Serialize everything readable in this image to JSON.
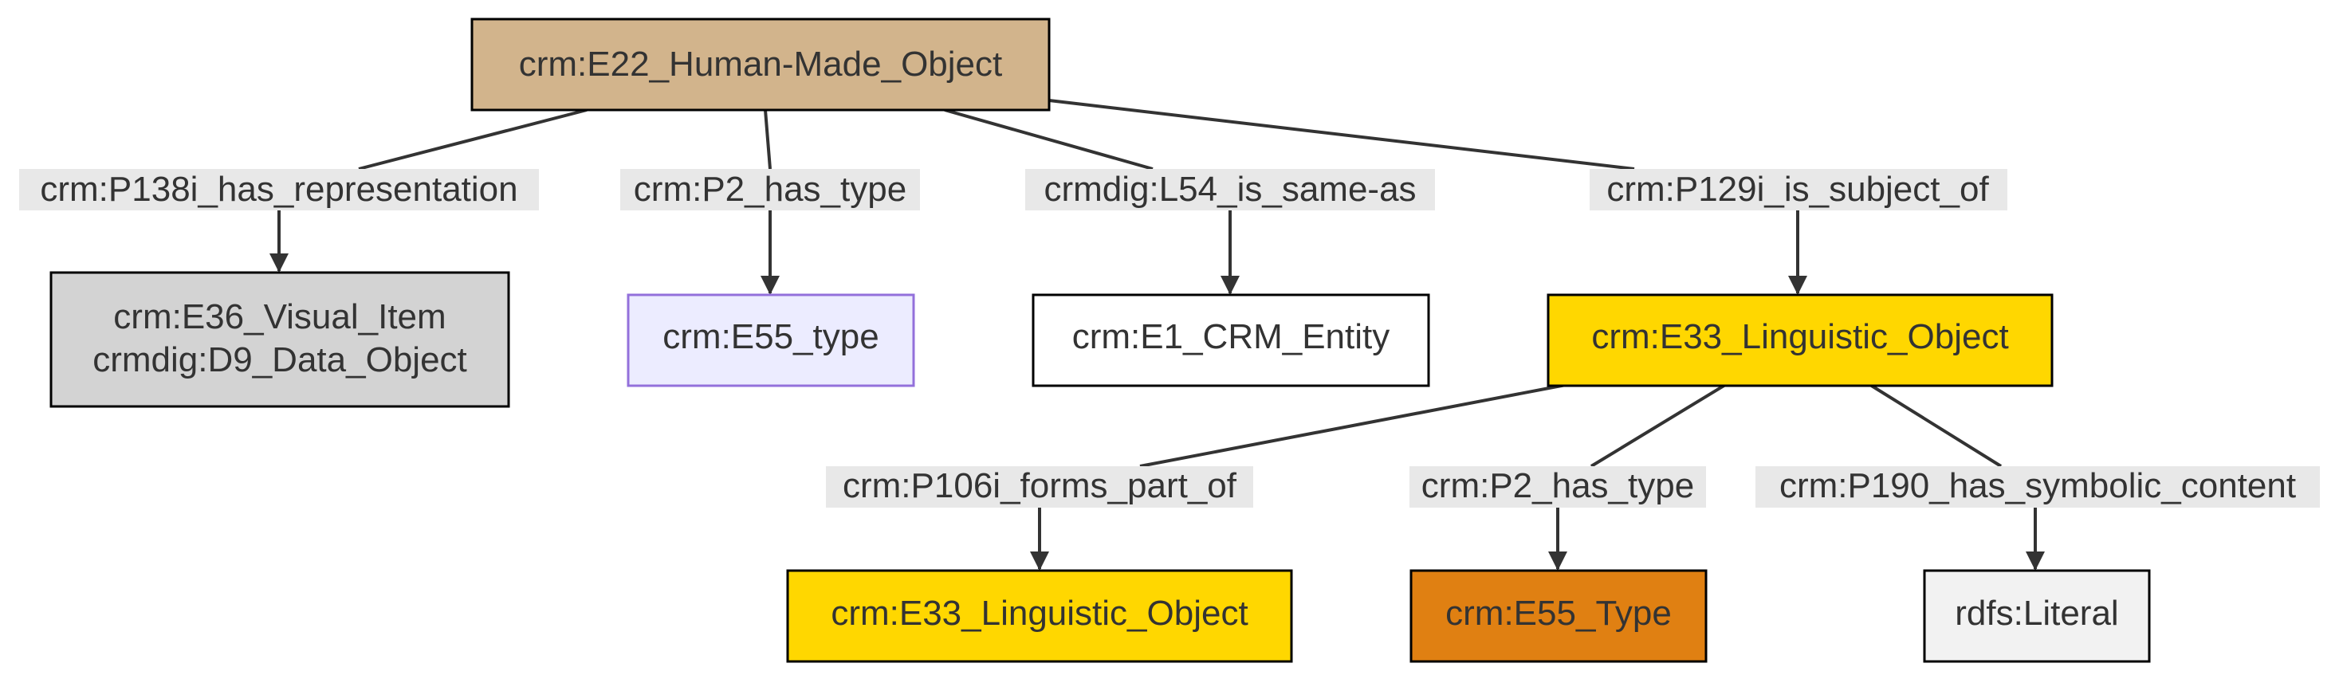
{
  "nodes": {
    "human_made_object": {
      "label": "crm:E22_Human-Made_Object",
      "fill": "#d2b48c",
      "stroke": "#000000"
    },
    "visual_item": {
      "lines": [
        "crm:E36_Visual_Item",
        "crmdig:D9_Data_Object"
      ],
      "fill": "#d3d3d3",
      "stroke": "#000000"
    },
    "e55_type_lower": {
      "label": "crm:E55_type",
      "fill": "#ececff",
      "stroke": "#9370db"
    },
    "crm_entity": {
      "label": "crm:E1_CRM_Entity",
      "fill": "#ffffff",
      "stroke": "#000000"
    },
    "linguistic_object": {
      "label": "crm:E33_Linguistic_Object",
      "fill": "#ffd700",
      "stroke": "#000000"
    },
    "linguistic_object_part": {
      "label": "crm:E33_Linguistic_Object",
      "fill": "#ffd700",
      "stroke": "#000000"
    },
    "e55_type_upper": {
      "label": "crm:E55_Type",
      "fill": "#e08012",
      "stroke": "#000000"
    },
    "literal": {
      "label": "rdfs:Literal",
      "fill": "#f2f2f2",
      "stroke": "#000000"
    }
  },
  "edges": {
    "has_representation": "crm:P138i_has_representation",
    "has_type_1": "crm:P2_has_type",
    "is_same_as": "crmdig:L54_is_same-as",
    "is_subject_of": "crm:P129i_is_subject_of",
    "forms_part_of": "crm:P106i_forms_part_of",
    "has_type_2": "crm:P2_has_type",
    "has_symbolic_content": "crm:P190_has_symbolic_content"
  },
  "colors": {
    "edge": "#333333",
    "edge_label_bg": "#e8e8e8"
  }
}
